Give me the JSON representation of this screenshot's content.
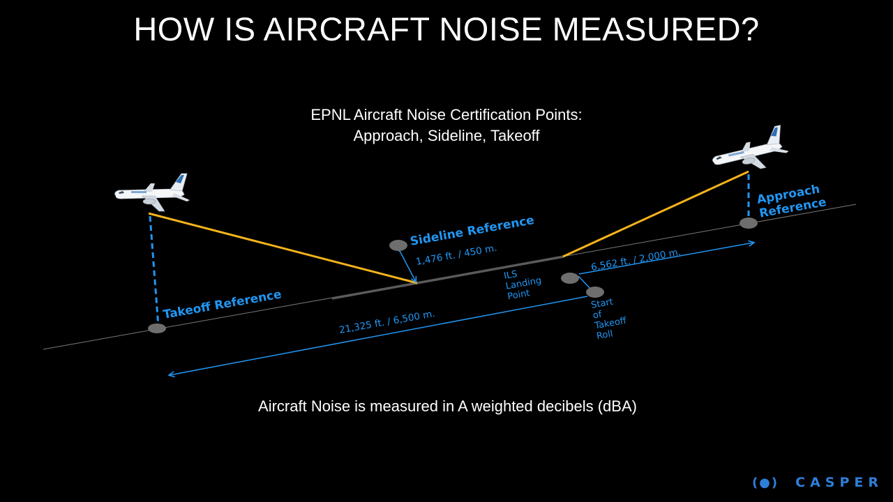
{
  "title": "HOW IS AIRCRAFT NOISE MEASURED?",
  "subtitle": {
    "line1": "EPNL Aircraft Noise Certification Points:",
    "line2": "Approach, Sideline, Takeoff"
  },
  "diagram": {
    "takeoff_reference": "Takeoff Reference",
    "sideline_reference": "Sideline Reference",
    "approach_reference_line1": "Approach",
    "approach_reference_line2": "Reference",
    "sideline_distance": "1,476 ft. / 450 m.",
    "approach_distance": "6,562 ft. / 2,000 m.",
    "takeoff_distance": "21,325 ft. / 6,500 m.",
    "ils_landing_point": [
      "ILS",
      "Landing",
      "Point"
    ],
    "start_of_takeoff_roll": [
      "Start",
      "of",
      "Takeoff",
      "Roll"
    ]
  },
  "footnote": "Aircraft Noise is measured in A weighted decibels (dBA)",
  "logo": {
    "mark": "(●)",
    "text": "CASPER"
  },
  "colors": {
    "background": "#000000",
    "accent_blue": "#2196f3",
    "flight_path_orange": "#f5b41c",
    "marker_gray": "#6e6e6e",
    "logo_blue": "#2e7fd9"
  }
}
